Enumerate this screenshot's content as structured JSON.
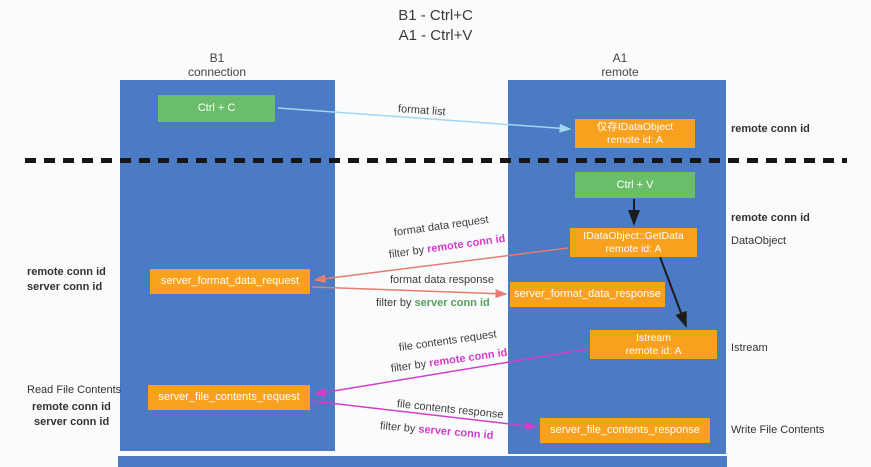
{
  "title": {
    "line1": "B1 - Ctrl+C",
    "line2": "A1 - Ctrl+V"
  },
  "lifelines": {
    "left": {
      "name": "B1",
      "subtitle": "connection"
    },
    "right": {
      "name": "A1",
      "subtitle": "remote"
    }
  },
  "boxes": {
    "ctrl_c": {
      "label": "Ctrl + C"
    },
    "ctrl_v": {
      "label": "Ctrl + V"
    },
    "idataobject": {
      "line1": "仅存IDataObject",
      "line2": "remote id: A"
    },
    "getdata": {
      "line1": "IDataObject::GetData",
      "line2": "remote id: A"
    },
    "istream": {
      "line1": "Istream",
      "line2": "remote id: A"
    },
    "format_request": {
      "label": "server_format_data_request"
    },
    "format_response": {
      "label": "server_format_data_response"
    },
    "file_request": {
      "label": "server_file_contents_request"
    },
    "file_response": {
      "label": "server_file_contents_response"
    }
  },
  "arrow_labels": {
    "format_list": "format list",
    "format_data_request": "format data request",
    "format_data_response": "format data response",
    "file_contents_request": "file contents request",
    "file_contents_response": "file contents response",
    "filter_by": "filter by",
    "remote_conn_id": "remote conn id",
    "server_conn_id": "server conn id"
  },
  "annotations": {
    "right": {
      "remote_conn_id_top": "remote conn id",
      "remote_conn_id_mid": "remote conn id",
      "dataobject": "DataObject",
      "istream": "Istream",
      "write_file_contents": "Write File Contents"
    },
    "left": {
      "remote_conn_id_mid": "remote conn id",
      "server_conn_id_mid": "server conn id",
      "read_file_contents": "Read File Contents",
      "remote_conn_id_bottom": "remote conn id",
      "server_conn_id_bottom": "server conn id"
    }
  },
  "colors": {
    "lifeline_blue": "#4a7bc4",
    "box_orange": "#f8a11e",
    "box_green": "#6abe6a",
    "arrow_blue": "#a5d5f5",
    "arrow_red": "#e97b70",
    "arrow_magenta": "#d63ec8",
    "arrow_black": "#1c1c1c",
    "text_purple": "#a855d6",
    "text_magenta": "#d43bc8",
    "text_green": "#55a05a"
  }
}
